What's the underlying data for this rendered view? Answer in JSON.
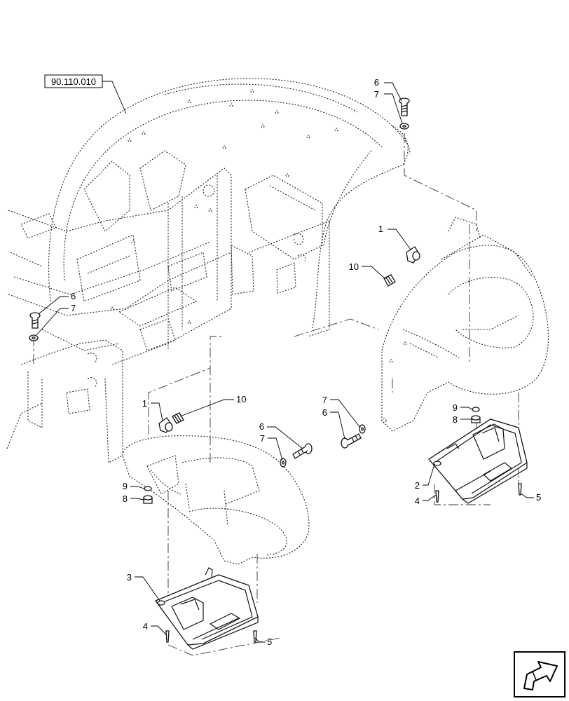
{
  "reference": {
    "text": "90.110.010"
  },
  "callouts": [
    {
      "id": "c-6-top",
      "text": "6"
    },
    {
      "id": "c-7-top",
      "text": "7"
    },
    {
      "id": "c-1-right",
      "text": "1"
    },
    {
      "id": "c-10-right",
      "text": "10"
    },
    {
      "id": "c-6-left",
      "text": "6"
    },
    {
      "id": "c-7-left",
      "text": "7"
    },
    {
      "id": "c-1-mid",
      "text": "1"
    },
    {
      "id": "c-10-mid",
      "text": "10"
    },
    {
      "id": "c-6-mid",
      "text": "6"
    },
    {
      "id": "c-7-mid",
      "text": "7"
    },
    {
      "id": "c-7-midr",
      "text": "7"
    },
    {
      "id": "c-6-midr",
      "text": "6"
    },
    {
      "id": "c-9-right",
      "text": "9"
    },
    {
      "id": "c-8-right",
      "text": "8"
    },
    {
      "id": "c-2-right",
      "text": "2"
    },
    {
      "id": "c-4-right",
      "text": "4"
    },
    {
      "id": "c-5-right",
      "text": "5"
    },
    {
      "id": "c-9-left",
      "text": "9"
    },
    {
      "id": "c-8-left",
      "text": "8"
    },
    {
      "id": "c-3-left",
      "text": "3"
    },
    {
      "id": "c-4-left",
      "text": "4"
    },
    {
      "id": "c-5-left",
      "text": "5"
    }
  ],
  "icons": {
    "nav": "next-page-arrow-icon"
  }
}
